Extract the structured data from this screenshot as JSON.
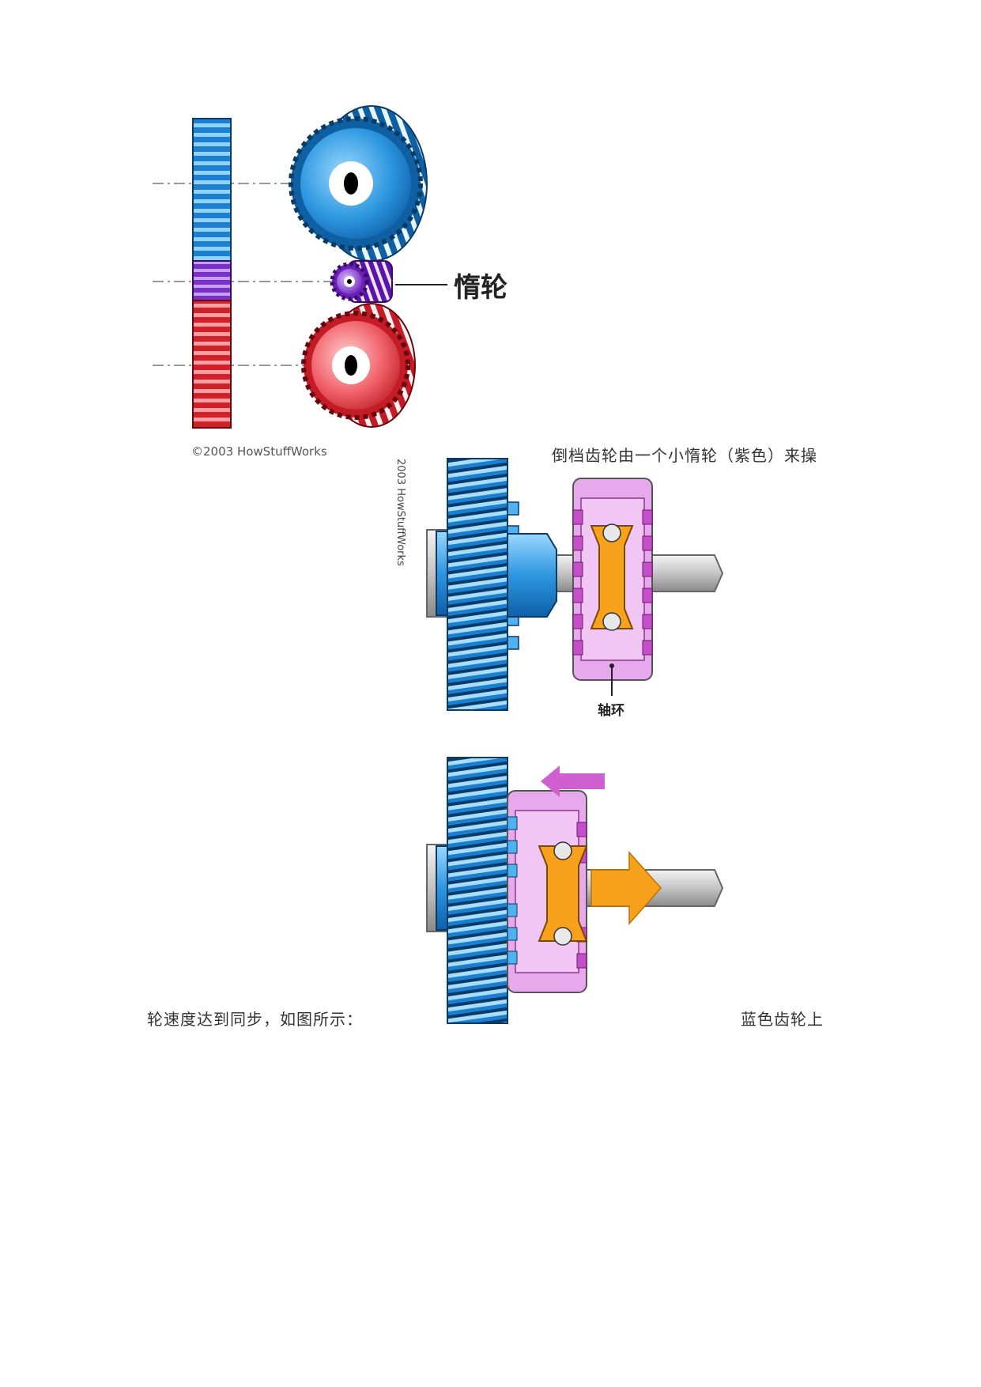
{
  "figure1": {
    "idler_label": "惰轮",
    "copyright": "©2003 HowStuffWorks",
    "colors": {
      "blue": "#2b8fd8",
      "purple": "#8a3fd0",
      "red": "#e0343e"
    }
  },
  "figure2": {
    "copyright_vertical": "2003 HowStuffWorks",
    "collar_label": "轴环",
    "colors": {
      "collar": "#e6a6ea",
      "cone": "#f7a11c",
      "shaft": "#c8c8c8"
    }
  },
  "figure3": {
    "arrow_left_color": "#d060d0",
    "arrow_right_color": "#f7a11c"
  },
  "text": {
    "line1_right": "倒档齿轮由一个小惰轮（紫色）来操",
    "line2_left": "轮速度达到同步，如图所示：",
    "line2_right": "蓝色齿轮上"
  }
}
